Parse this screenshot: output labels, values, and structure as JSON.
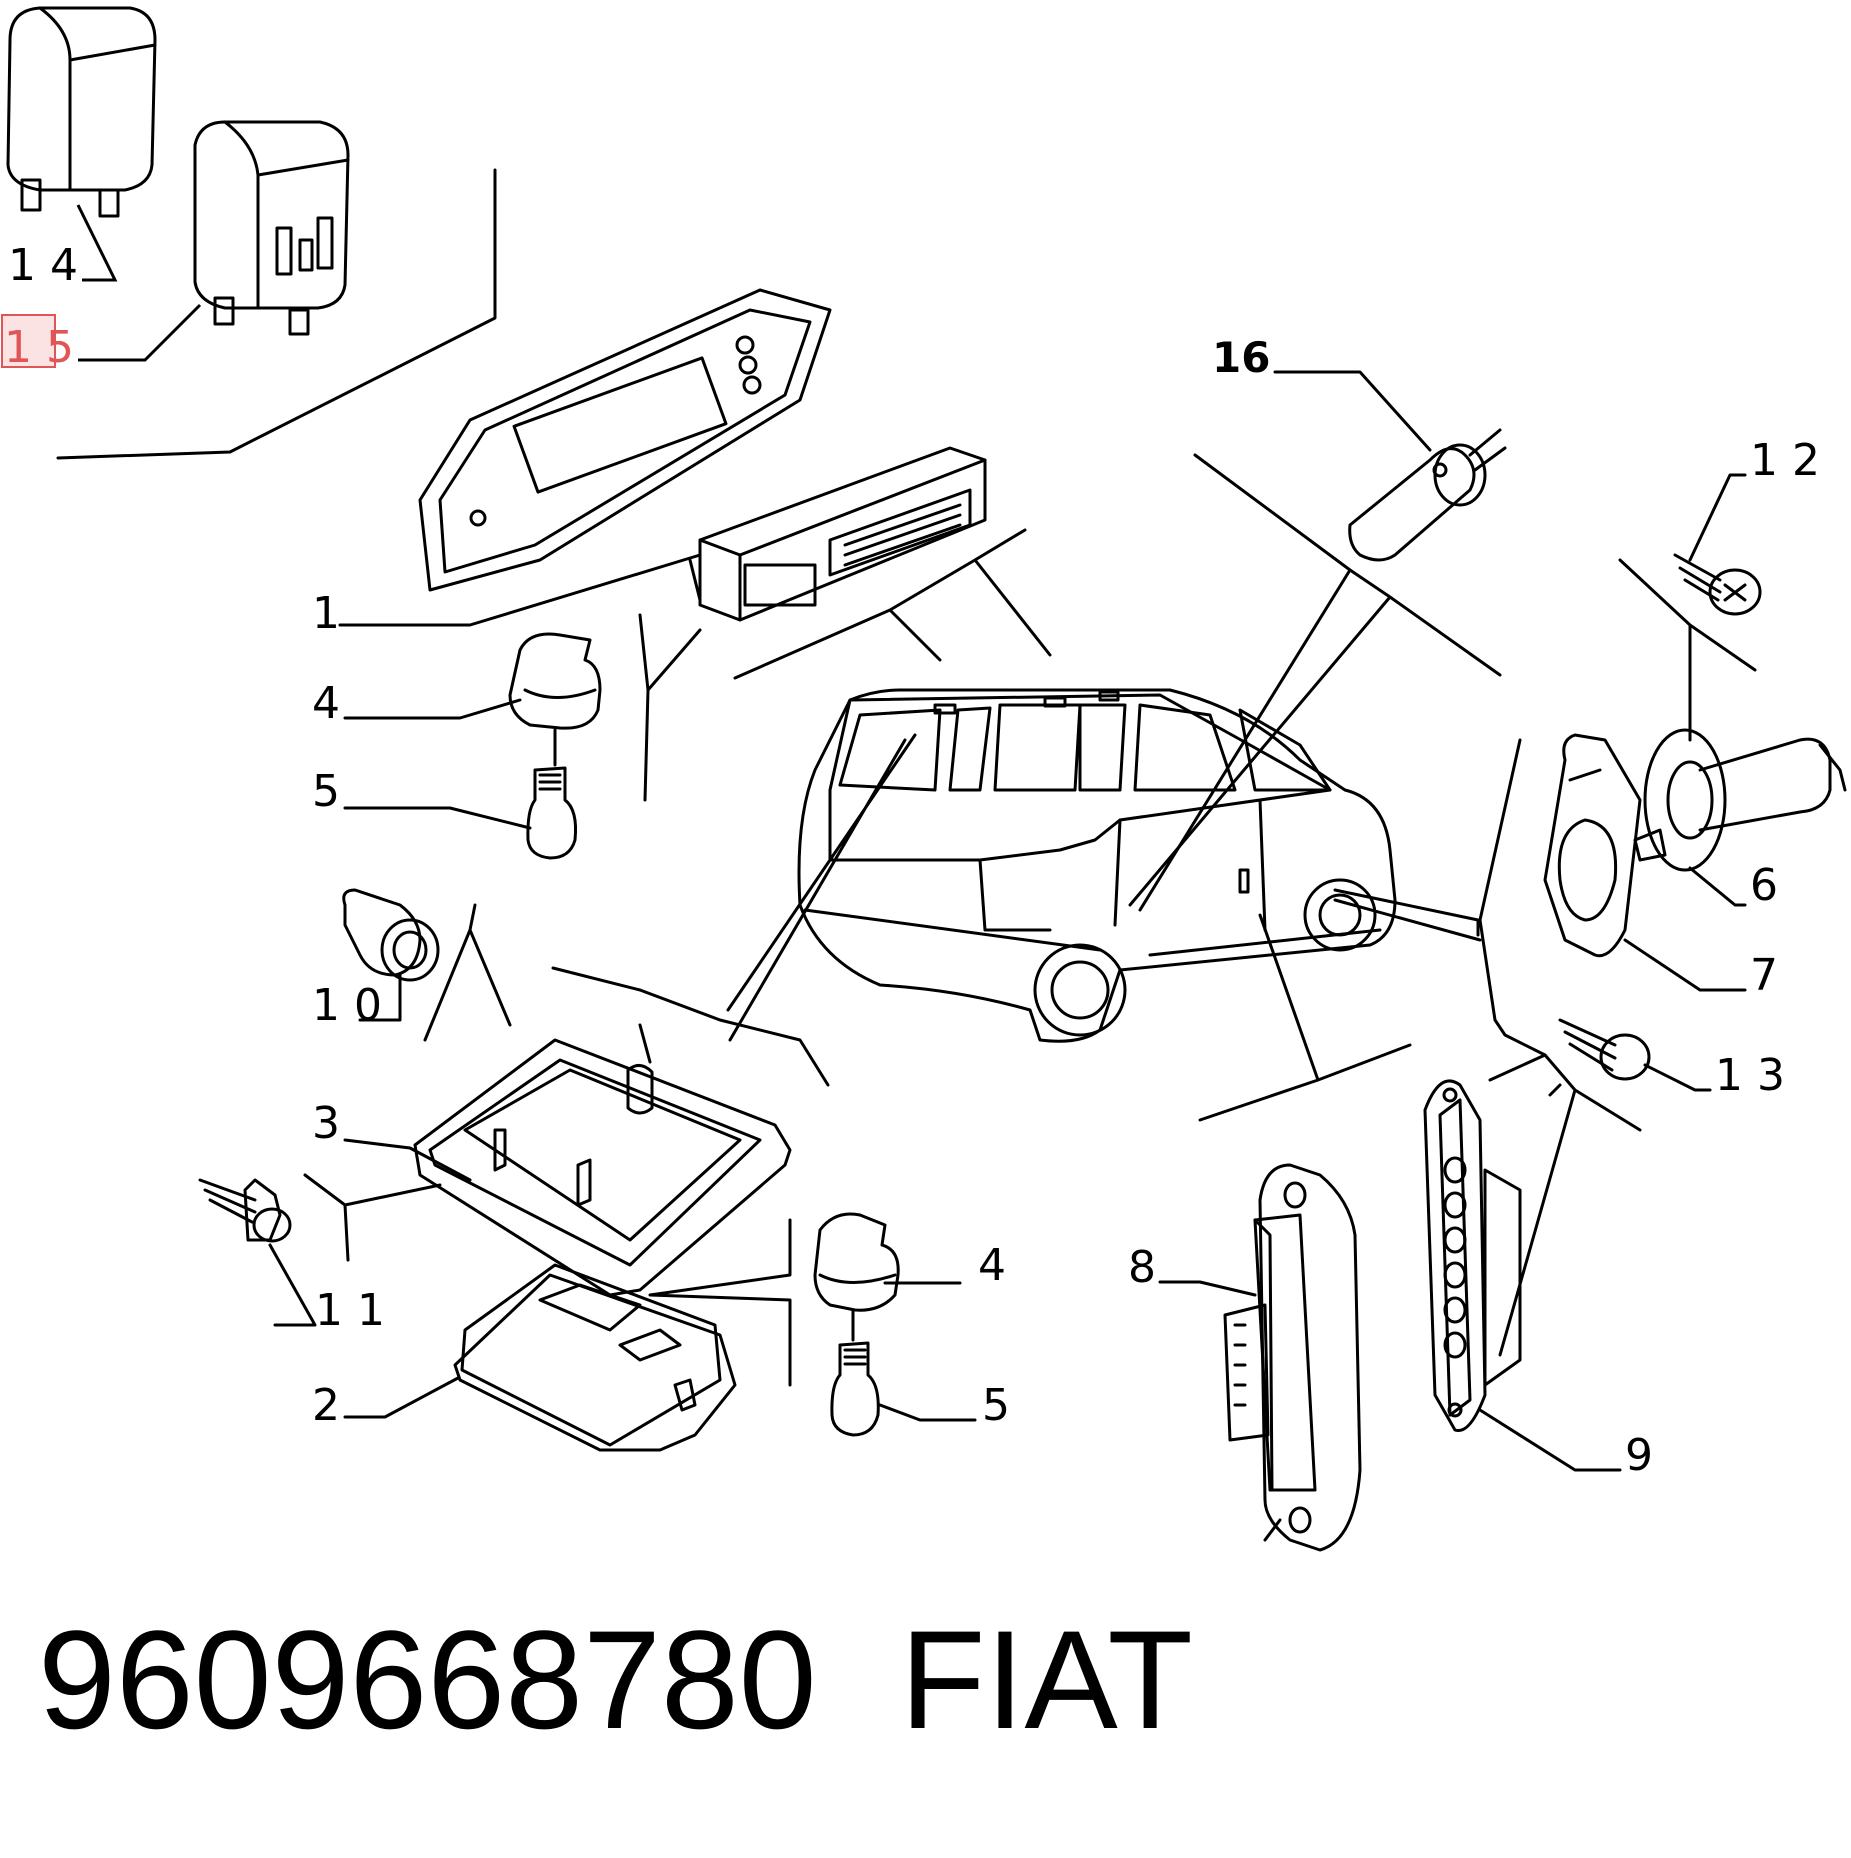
{
  "callouts": {
    "c1": "1",
    "c2": "2",
    "c3": "3",
    "c4a": "4",
    "c4b": "4",
    "c5a": "5",
    "c5b": "5",
    "c6": "6",
    "c7": "7",
    "c8": "8",
    "c9": "9",
    "c10": "1 0",
    "c11": "1 1",
    "c12": "1 2",
    "c13": "1 3",
    "c14": "1 4",
    "c15": "1 5",
    "c16": "16"
  },
  "highlighted_callout": "1 5",
  "highlight_color": "#e05555",
  "footer": {
    "part_number": "9609668780",
    "brand": "FIAT"
  }
}
